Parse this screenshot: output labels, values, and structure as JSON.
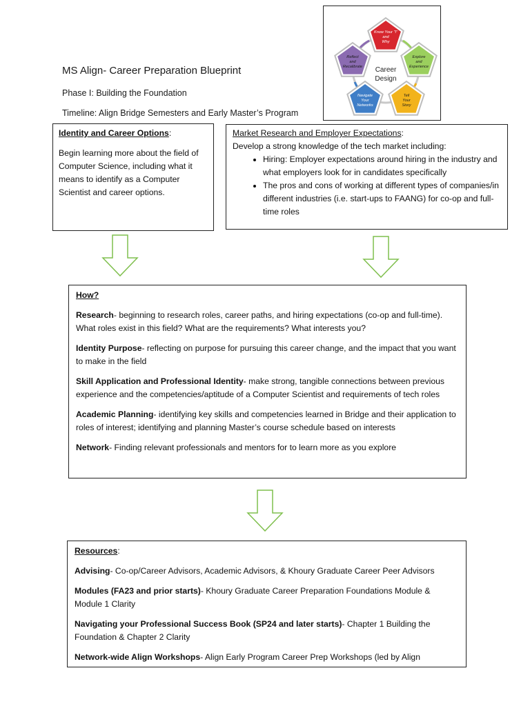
{
  "header": {
    "title": "MS Align- Career Preparation Blueprint",
    "phase": "Phase I: Building the Foundation",
    "timeline": "Timeline: Align Bridge Semesters and Early Master’s Program"
  },
  "logo": {
    "center_line1": "Career",
    "center_line2": "Design",
    "nodes": [
      {
        "lines": [
          "Know Your \"I\"",
          "and",
          "Why"
        ],
        "color": "#d7262e"
      },
      {
        "lines": [
          "Explore",
          "and",
          "Experience"
        ],
        "color": "#9bcf5e"
      },
      {
        "lines": [
          "Tell",
          "Your",
          "Story"
        ],
        "color": "#f2b31b"
      },
      {
        "lines": [
          "Navigate",
          "Your",
          "Networks"
        ],
        "color": "#3f7ec7"
      },
      {
        "lines": [
          "Reflect",
          "and",
          "Recalibrate"
        ],
        "color": "#8b6bb1"
      }
    ]
  },
  "identity_box": {
    "heading": "Identity and Career Options",
    "heading_suffix": ":",
    "body": "Begin learning more about the field of Computer Science, including what it means to identify as a Computer Scientist and career options."
  },
  "market_box": {
    "heading": "Market Research and Employer Expectations",
    "heading_suffix": ":",
    "intro": "Develop a strong knowledge of the tech market including:",
    "bullets": [
      "Hiring: Employer expectations around hiring in the industry and what employers look for in candidates specifically",
      "The pros and cons of working at different types of companies/in different industries (i.e. start-ups to FAANG) for co-op and full-time roles"
    ]
  },
  "how_box": {
    "heading": "How?",
    "items": [
      {
        "term": "Research",
        "text": "- beginning to research roles, career paths, and hiring expectations (co-op and full-time). What roles exist in this field? What are the requirements? What interests you?"
      },
      {
        "term": "Identity Purpose",
        "text": "- reflecting on purpose for pursuing this career change, and the impact that you want to make in the field"
      },
      {
        "term": "Skill Application and Professional Identity",
        "text": "- make strong, tangible connections between previous experience and the competencies/aptitude of a Computer Scientist and requirements of tech roles"
      },
      {
        "term": "Academic Planning",
        "text": "- identifying key skills and competencies learned in Bridge and their application to roles of interest; identifying and planning Master’s course schedule based on interests"
      },
      {
        "term": "Network",
        "text": "- Finding relevant professionals and mentors for to learn more as you explore"
      }
    ]
  },
  "resources_box": {
    "heading": "Resources",
    "heading_suffix": ":",
    "items": [
      {
        "term": "Advising",
        "text": "- Co-op/Career Advisors, Academic Advisors, & Khoury Graduate Career Peer Advisors"
      },
      {
        "term": "Modules (FA23 and prior starts)",
        "text": "- Khoury Graduate Career Preparation Foundations Module & Module 1 Clarity"
      },
      {
        "term": "Navigating your Professional Success Book (SP24 and later starts)",
        "text": "- Chapter 1 Building the Foundation & Chapter 2 Clarity"
      },
      {
        "term": "Network-wide Align Workshops",
        "text": "- Align Early Program Career Prep Workshops (led by Align"
      }
    ]
  },
  "colors": {
    "arrow": "#7fbf4d",
    "border": "#222222"
  }
}
